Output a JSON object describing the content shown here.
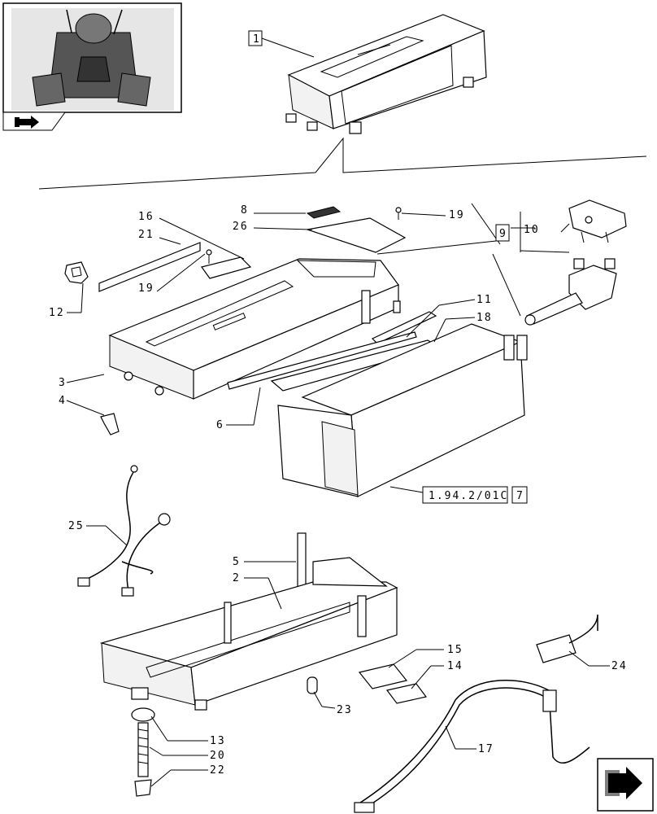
{
  "callouts": {
    "c1": "1",
    "c2": "2",
    "c3": "3",
    "c4": "4",
    "c5": "5",
    "c6": "6",
    "c7": "7",
    "c8": "8",
    "c9": "9",
    "c10": "10",
    "c11": "11",
    "c12": "12",
    "c13": "13",
    "c14": "14",
    "c15": "15",
    "c16": "16",
    "c17": "17",
    "c18": "18",
    "c19a": "19",
    "c19b": "19",
    "c20": "20",
    "c21": "21",
    "c22": "22",
    "c23": "23",
    "c24": "24",
    "c25": "25",
    "c26": "26"
  },
  "reference": "1.94.2/01C",
  "icons": {
    "thumb_nav": "tractor-location-icon",
    "next_page": "next-page-arrow-icon"
  }
}
